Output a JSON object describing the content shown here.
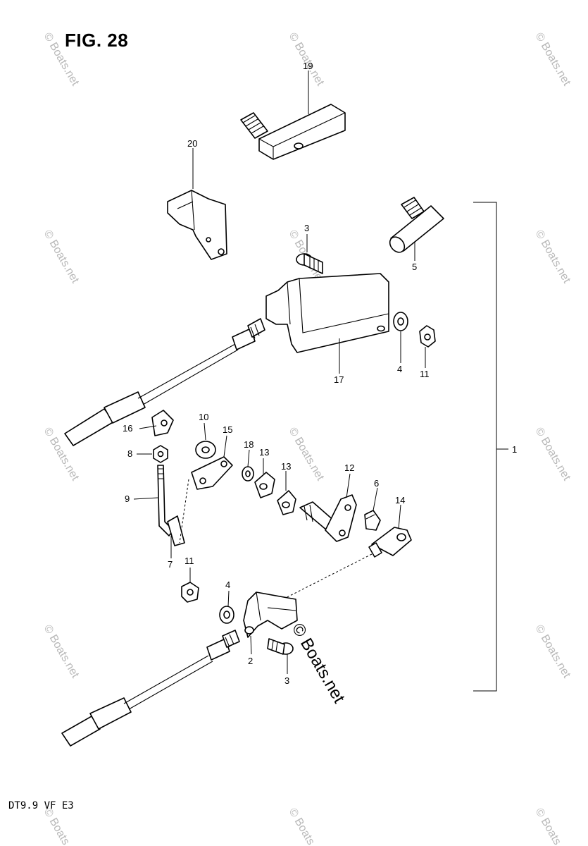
{
  "figure": {
    "title": "FIG. 28",
    "model": "DT9.9 VF E3"
  },
  "watermark": {
    "text": "© Boats.net"
  },
  "labels": {
    "p1": "1",
    "p2": "2",
    "p3a": "3",
    "p3b": "3",
    "p4a": "4",
    "p4b": "4",
    "p5": "5",
    "p6": "6",
    "p7": "7",
    "p8": "8",
    "p9": "9",
    "p10": "10",
    "p11a": "11",
    "p11b": "11",
    "p12": "12",
    "p13a": "13",
    "p13b": "13",
    "p14": "14",
    "p15": "15",
    "p16": "16",
    "p17": "17",
    "p18": "18",
    "p19": "19",
    "p20": "20"
  }
}
